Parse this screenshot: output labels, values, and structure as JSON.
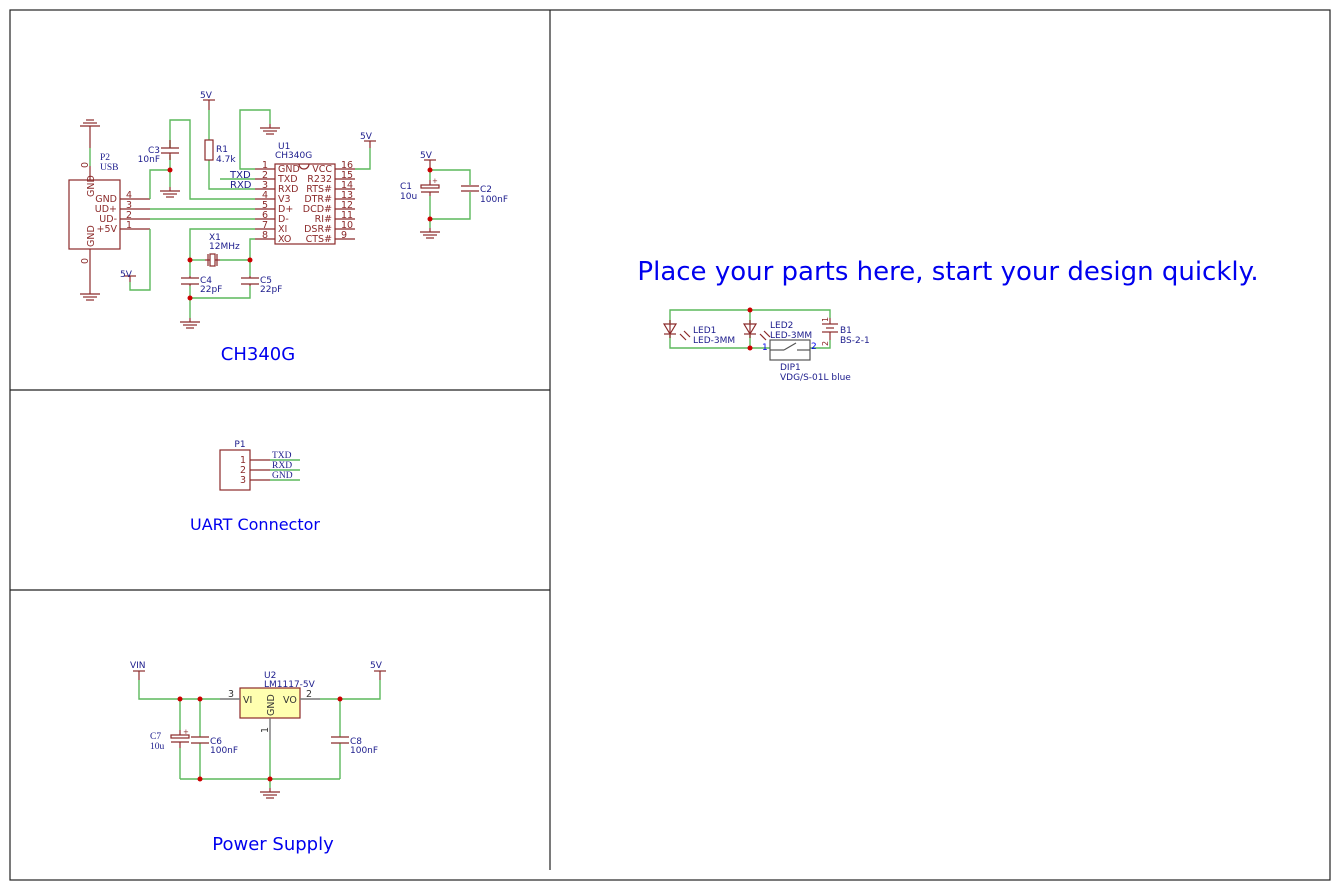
{
  "sheet": {
    "placeholder_text": "Place your parts here, start your design quickly.",
    "sections": {
      "ch340g": "CH340G",
      "uart": "UART Connector",
      "power": "Power Supply"
    }
  },
  "power_labels": {
    "five_v": "5V",
    "vin": "VIN"
  },
  "colors": {
    "wire": "#5cb85c",
    "component": "#8b2a2a",
    "junction": "#cc0000",
    "title": "#0000ee",
    "label": "#1c1c8c"
  },
  "p2": {
    "ref": "P2",
    "value": "USB",
    "gnd_body": "GND",
    "shield": "0",
    "pins": [
      {
        "num": "4",
        "name": "GND"
      },
      {
        "num": "3",
        "name": "UD+"
      },
      {
        "num": "2",
        "name": "UD-"
      },
      {
        "num": "1",
        "name": "+5V"
      }
    ]
  },
  "c3": {
    "ref": "C3",
    "value": "10nF"
  },
  "r1": {
    "ref": "R1",
    "value": "4.7k"
  },
  "nets": {
    "txd": "TXD",
    "rxd": "RXD",
    "gnd": "GND"
  },
  "u1": {
    "ref": "U1",
    "value": "CH340G",
    "left_pins": [
      {
        "num": "1",
        "name": "GND"
      },
      {
        "num": "2",
        "name": "TXD"
      },
      {
        "num": "3",
        "name": "RXD"
      },
      {
        "num": "4",
        "name": "V3"
      },
      {
        "num": "5",
        "name": "D+"
      },
      {
        "num": "6",
        "name": "D-"
      },
      {
        "num": "7",
        "name": "XI"
      },
      {
        "num": "8",
        "name": "XO"
      }
    ],
    "right_pins": [
      {
        "num": "16",
        "name": "VCC"
      },
      {
        "num": "15",
        "name": "R232"
      },
      {
        "num": "14",
        "name": "RTS#"
      },
      {
        "num": "13",
        "name": "DTR#"
      },
      {
        "num": "12",
        "name": "DCD#"
      },
      {
        "num": "11",
        "name": "RI#"
      },
      {
        "num": "10",
        "name": "DSR#"
      },
      {
        "num": "9",
        "name": "CTS#"
      }
    ]
  },
  "x1": {
    "ref": "X1",
    "value": "12MHz"
  },
  "c4": {
    "ref": "C4",
    "value": "22pF"
  },
  "c5": {
    "ref": "C5",
    "value": "22pF"
  },
  "c1": {
    "ref": "C1",
    "value": "10u"
  },
  "c2": {
    "ref": "C2",
    "value": "100nF"
  },
  "p1": {
    "ref": "P1",
    "pins": [
      "1",
      "2",
      "3"
    ]
  },
  "u2": {
    "ref": "U2",
    "value": "LM1117-5V",
    "vi": "VI",
    "vo": "VO",
    "gnd": "GND",
    "pin_vi": "3",
    "pin_vo": "2",
    "pin_gnd": "1"
  },
  "c7": {
    "ref": "C7",
    "value": "10u"
  },
  "c6": {
    "ref": "C6",
    "value": "100nF"
  },
  "c8": {
    "ref": "C8",
    "value": "100nF"
  },
  "led1": {
    "ref": "LED1",
    "value": "LED-3MM"
  },
  "led2": {
    "ref": "LED2",
    "value": "LED-3MM"
  },
  "b1": {
    "ref": "B1",
    "value": "BS-2-1",
    "pin1": "1",
    "pin2": "2"
  },
  "dip1": {
    "ref": "DIP1",
    "value": "VDG/S-01L blue",
    "pin1": "1",
    "pin2": "2"
  }
}
